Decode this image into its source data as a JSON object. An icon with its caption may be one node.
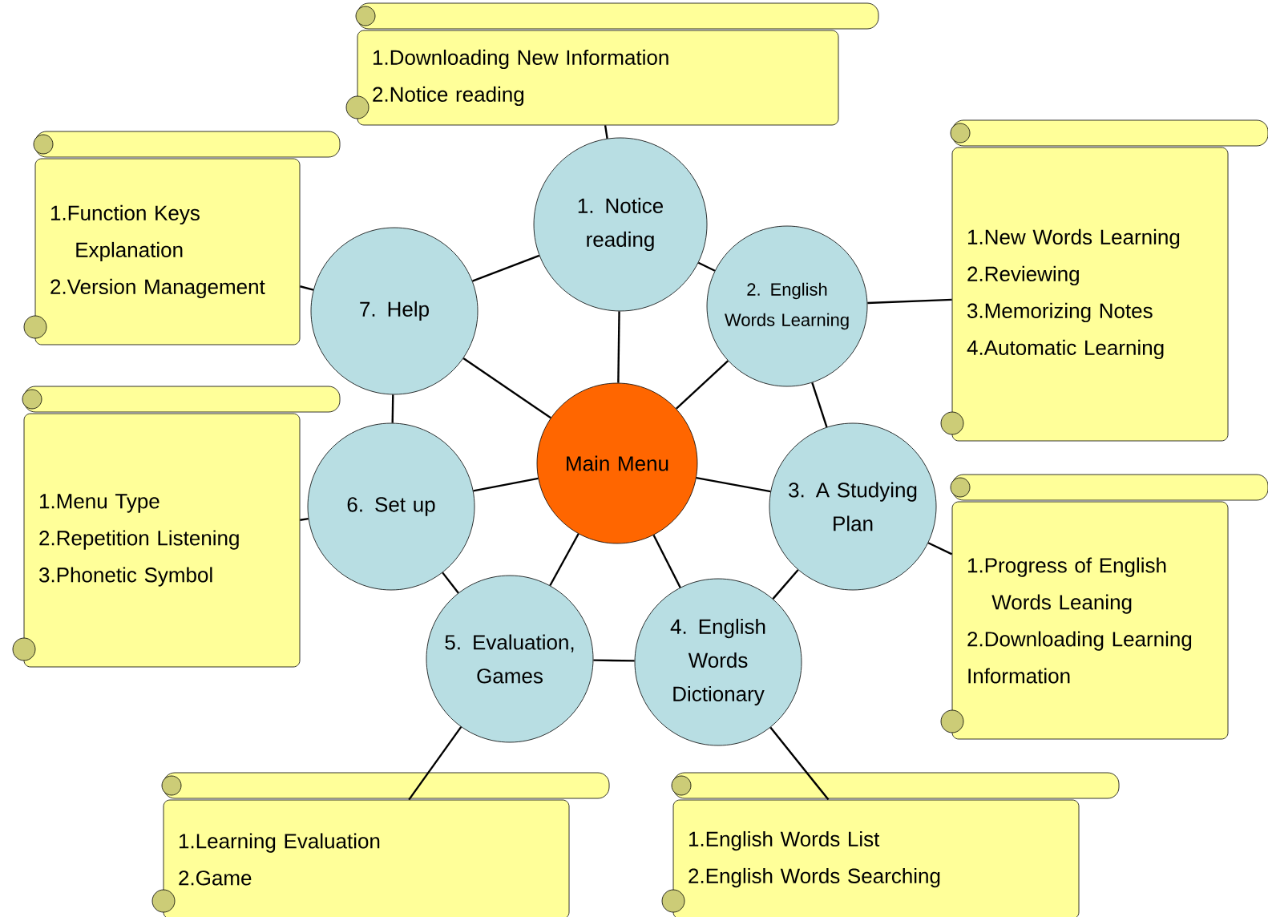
{
  "diagram": {
    "nodes": [
      {
        "text": [
          "Main Menu"
        ]
      },
      {
        "text": [
          "1. Notice reading"
        ]
      },
      {
        "text": [
          "2. English Words Learning"
        ]
      },
      {
        "text": [
          "3. A Studying Plan"
        ]
      },
      {
        "text": [
          "4. English Words Dictionary"
        ]
      },
      {
        "text": [
          "5. Evaluation, Games"
        ]
      },
      {
        "text": [
          "6. Set up"
        ]
      },
      {
        "text": [
          "7. Help"
        ]
      },
      {
        "text": [
          "1.Downloading New Information",
          "2.Notice reading"
        ]
      },
      {
        "text": [
          "1.Function Keys Explanation",
          "2.Version Management"
        ]
      },
      {
        "text": [
          "1.New Words Learning",
          "2.Reviewing",
          "3.Memorizing Notes",
          "4.Automatic Learning"
        ]
      },
      {
        "text": [
          "1.Menu Type",
          "2.Repetition Listening",
          "3.Phonetic Symbol"
        ]
      },
      {
        "text": [
          "1.Progress of English Words Leaning",
          "2.Downloading Learning Information"
        ]
      },
      {
        "text": [
          "1.Learning Evaluation",
          "2.Game"
        ]
      },
      {
        "text": [
          "1.English Words List",
          "2.English Words Searching"
        ]
      }
    ],
    "edges": [
      {
        "from": 0,
        "to": 1,
        "arrow": "none"
      },
      {
        "from": 0,
        "to": 2,
        "arrow": "none"
      },
      {
        "from": 0,
        "to": 3,
        "arrow": "none"
      },
      {
        "from": 0,
        "to": 4,
        "arrow": "none"
      },
      {
        "from": 0,
        "to": 5,
        "arrow": "none"
      },
      {
        "from": 0,
        "to": 6,
        "arrow": "none"
      },
      {
        "from": 0,
        "to": 7,
        "arrow": "none"
      },
      {
        "from": 1,
        "to": 2,
        "arrow": "none"
      },
      {
        "from": 2,
        "to": 3,
        "arrow": "none"
      },
      {
        "from": 3,
        "to": 4,
        "arrow": "none"
      },
      {
        "from": 4,
        "to": 5,
        "arrow": "none"
      },
      {
        "from": 5,
        "to": 6,
        "arrow": "none"
      },
      {
        "from": 6,
        "to": 7,
        "arrow": "none"
      },
      {
        "from": 7,
        "to": 1,
        "arrow": "none"
      },
      {
        "from": 1,
        "to": 8,
        "arrow": "none"
      },
      {
        "from": 7,
        "to": 9,
        "arrow": "none"
      },
      {
        "from": 2,
        "to": 10,
        "arrow": "none"
      },
      {
        "from": 6,
        "to": 11,
        "arrow": "none"
      },
      {
        "from": 3,
        "to": 12,
        "arrow": "none"
      },
      {
        "from": 5,
        "to": 13,
        "arrow": "none"
      },
      {
        "from": 4,
        "to": 14,
        "arrow": "none"
      }
    ]
  }
}
